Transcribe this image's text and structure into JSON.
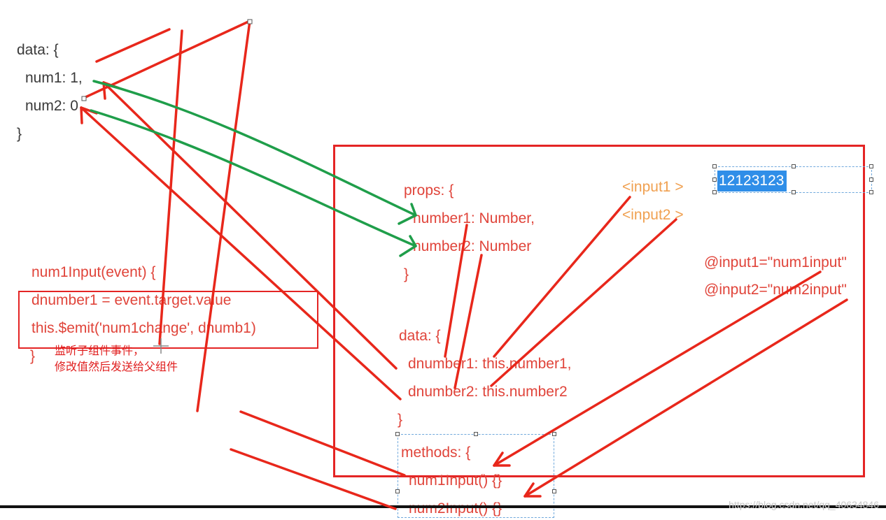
{
  "parent_data": {
    "line1": "data: {",
    "line2": "num1: 1,",
    "line3": "num2: 0",
    "line4": "}"
  },
  "child_component": {
    "props_open": "props: {",
    "prop1": "number1: Number,",
    "prop2": "number2: Number",
    "props_close": "}",
    "data_open": "data: {",
    "data1": "dnumber1: this.number1,",
    "data2": "dnumber2: this.number2",
    "data_close": "}",
    "methods_open": "methods: {",
    "method1": "num1Input() {}",
    "method2": "num2Input() {}"
  },
  "template": {
    "input1": "<input1 >",
    "input2": "<input2 >",
    "bind1": "@input1=\"num1input\"",
    "bind2": "@input2=\"num2input\"",
    "selected_value": "12123123"
  },
  "handler": {
    "line1": "num1Input(event) {",
    "line2": "dnumber1 = event.target.value",
    "line3": "this.$emit('num1change', dnumb1)",
    "line4": "}"
  },
  "annotation": {
    "line1": "监听子组件事件，",
    "line2": "修改值然后发送给父组件"
  },
  "watermark": "https://blog.csdn.net/qq_40634846",
  "colors": {
    "code_dark": "#3a3a3a",
    "code_red": "#e0443a",
    "code_orange": "#f0a050",
    "arrow_red": "#e8271b",
    "arrow_green": "#1f9e4a",
    "frame_red": "#e42424",
    "selection_blue": "#2f8ee8"
  }
}
